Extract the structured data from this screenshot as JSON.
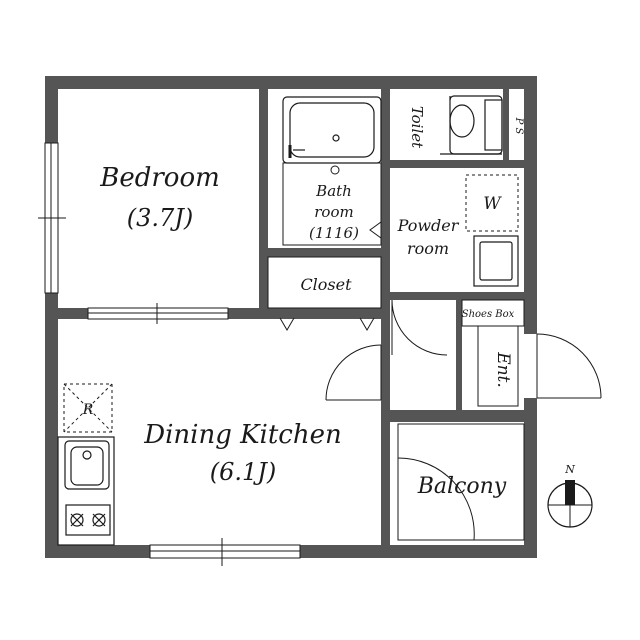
{
  "rooms": {
    "bedroom": {
      "name": "Bedroom",
      "size": "(3.7J)"
    },
    "dining_kitchen": {
      "name": "Dining Kitchen",
      "size": "(6.1J)"
    },
    "bath": {
      "line1": "Bath",
      "line2": "room",
      "line3": "(1116)"
    },
    "toilet": "Toilet",
    "ps": "P S",
    "powder_room": {
      "line1": "Powder",
      "line2": "room"
    },
    "washer": "W",
    "closet": "Closet",
    "shoes_box": "Shoes Box",
    "entrance": "Ent.",
    "balcony": "Balcony",
    "refrigerator": "R"
  },
  "compass": {
    "north": "N"
  },
  "colors": {
    "wall": "#555555",
    "line": "#1a1a1a",
    "background": "#ffffff"
  }
}
